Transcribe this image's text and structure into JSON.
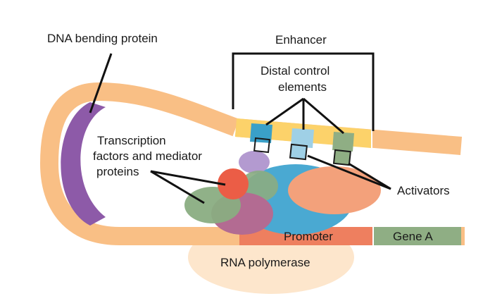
{
  "labels": {
    "dna_bending_protein": "DNA bending protein",
    "enhancer": "Enhancer",
    "distal_line1": "Distal control",
    "distal_line2": "elements",
    "tf_line1": "Transcription",
    "tf_line2": "factors and mediator",
    "tf_line3": "proteins",
    "activators": "Activators",
    "promoter": "Promoter",
    "gene_a": "Gene A",
    "rna_polymerase": "RNA polymerase"
  },
  "colors": {
    "dna": "#f9bf85",
    "enhancer_band": "#fcd26a",
    "bending_protein": "#8d5aa8",
    "promoter": "#ee7f5f",
    "gene": "#8fae84",
    "rna_polymerase": "#fde6cc",
    "mediator_blue": "#4aa9d2",
    "activator_salmon": "#f3a17b",
    "red_factor": "#eb5d46",
    "green_factor": "#8aad82",
    "mauve_factor": "#b36b92",
    "lavender_factor": "#b39ad0",
    "element_blue": "#3aa0c8",
    "element_lightblue": "#9fd0e6",
    "element_green": "#8fae84"
  }
}
